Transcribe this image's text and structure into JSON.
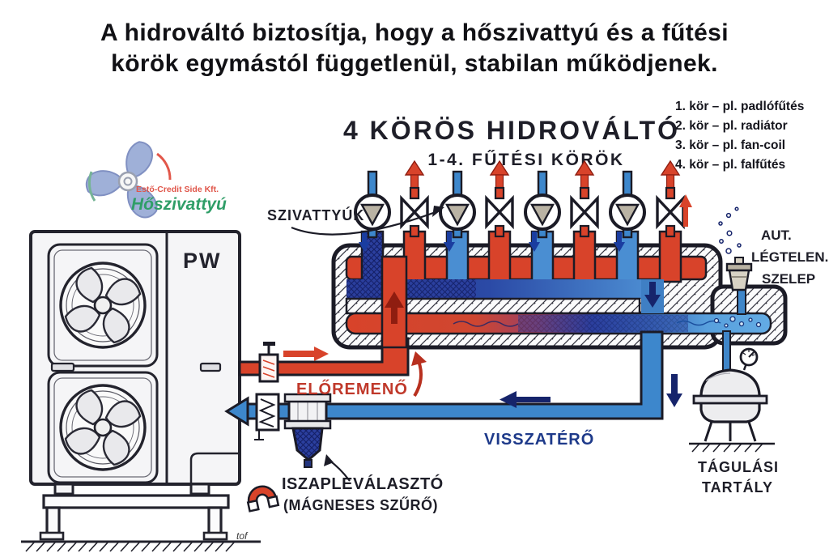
{
  "header": {
    "title_line1": "A hidrováltó biztosítja, hogy a hőszivattyú és a fűtési",
    "title_line2": "körök egymástól függetlenül, stabilan működjenek."
  },
  "diagram": {
    "title": "4 KÖRÖS HIDROVÁLTÓ",
    "subtitle": "1-4. FŰTÉSI KÖRÖK",
    "legend": {
      "items": [
        "1. kör – pl. padlófűtés",
        "2. kör – pl. radiátor",
        "3. kör – pl. fan-coil",
        "4. kör – pl. falfűtés"
      ]
    },
    "labels": {
      "pumps": "SZIVATTYÚK",
      "supply": "ELŐREMENŐ",
      "return": "VISSZATÉRŐ",
      "air_vent": [
        "AUT.",
        "LÉGTELEN.",
        "SZELEP"
      ],
      "mud_separator_line1": "ISZAPLEVÁLASZTÓ",
      "mud_separator_line2": "(MÁGNESES SZŰRŐ)",
      "expansion_tank_line1": "TÁGULÁSI",
      "expansion_tank_line2": "TARTÁLY",
      "unit_label": "PW"
    },
    "logo": {
      "company": "Estő-Credit Side Kft.",
      "brand": "Hőszivattyú"
    },
    "signature": "tof"
  },
  "colors": {
    "supply_red": "#d8432a",
    "return_blue": "#3d87cc",
    "navy": "#1e3a8a",
    "outline": "#1b1b26",
    "logo_green": "#2f9e68",
    "logo_red": "#e0564a"
  }
}
